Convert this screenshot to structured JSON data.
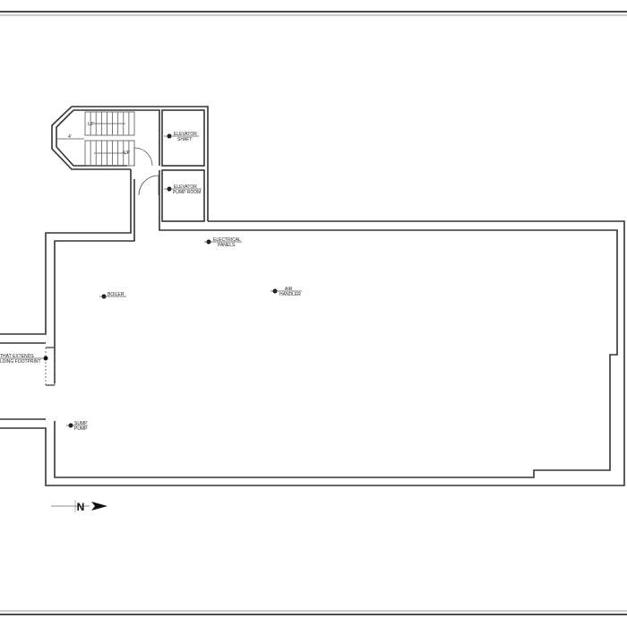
{
  "drawing": {
    "labels": {
      "elevator_shaft": [
        "ELEVATOR",
        "SHAFT"
      ],
      "elevator_pump_room": [
        "ELEVATOR",
        "PUMP ROOM"
      ],
      "electrical_panels": [
        "ELECTRICAL",
        "PANELS"
      ],
      "boiler": "BOILER",
      "air_handler": [
        "AIR",
        "HANDLER"
      ],
      "sump_pump": [
        "SUMP",
        "PUMP"
      ],
      "extension_note": [
        "THAT EXTENDS",
        "LDING FOOTPRINT"
      ],
      "stair_up_1": "UP",
      "stair_up_2": "UP",
      "stair_dimension": "4'",
      "north": "N"
    }
  }
}
